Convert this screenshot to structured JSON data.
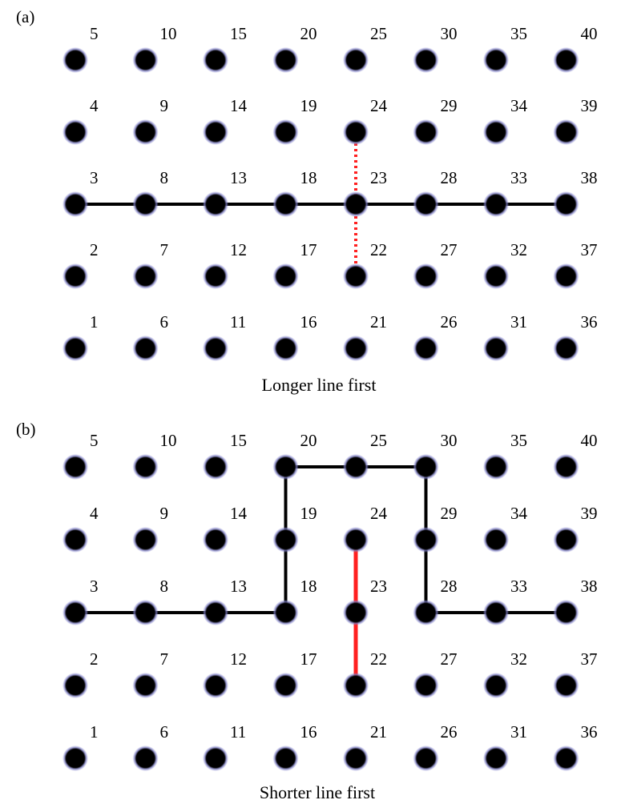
{
  "panels": [
    {
      "label": "(a)",
      "caption": "Longer line first",
      "grid": {
        "columns": 8,
        "rows": 5,
        "numbering": "column-major, bottom-to-top"
      },
      "node_numbers": [
        "1",
        "2",
        "3",
        "4",
        "5",
        "6",
        "7",
        "8",
        "9",
        "10",
        "11",
        "12",
        "13",
        "14",
        "15",
        "16",
        "17",
        "18",
        "19",
        "20",
        "21",
        "22",
        "23",
        "24",
        "25",
        "26",
        "27",
        "28",
        "29",
        "30",
        "31",
        "32",
        "33",
        "34",
        "35",
        "36",
        "37",
        "38",
        "39",
        "40"
      ],
      "lines": [
        {
          "name": "longer-line",
          "color": "#000000",
          "style": "solid",
          "nodes": [
            3,
            8,
            13,
            18,
            23,
            28,
            33,
            38
          ]
        },
        {
          "name": "shorter-line",
          "color": "#ff2020",
          "style": "dotted",
          "nodes": [
            24,
            23,
            22
          ]
        }
      ]
    },
    {
      "label": "(b)",
      "caption": "Shorter line first",
      "grid": {
        "columns": 8,
        "rows": 5,
        "numbering": "column-major, bottom-to-top"
      },
      "node_numbers": [
        "1",
        "2",
        "3",
        "4",
        "5",
        "6",
        "7",
        "8",
        "9",
        "10",
        "11",
        "12",
        "13",
        "14",
        "15",
        "16",
        "17",
        "18",
        "19",
        "20",
        "21",
        "22",
        "23",
        "24",
        "25",
        "26",
        "27",
        "28",
        "29",
        "30",
        "31",
        "32",
        "33",
        "34",
        "35",
        "36",
        "37",
        "38",
        "39",
        "40"
      ],
      "lines": [
        {
          "name": "longer-line-detour",
          "color": "#000000",
          "style": "solid",
          "nodes": [
            3,
            8,
            13,
            18,
            19,
            20,
            25,
            30,
            29,
            28,
            33,
            38
          ]
        },
        {
          "name": "shorter-line",
          "color": "#ff2020",
          "style": "solid",
          "nodes": [
            24,
            23,
            22
          ]
        }
      ]
    }
  ],
  "colors": {
    "node_fill": "#000000",
    "node_halo": "#8080c8"
  }
}
